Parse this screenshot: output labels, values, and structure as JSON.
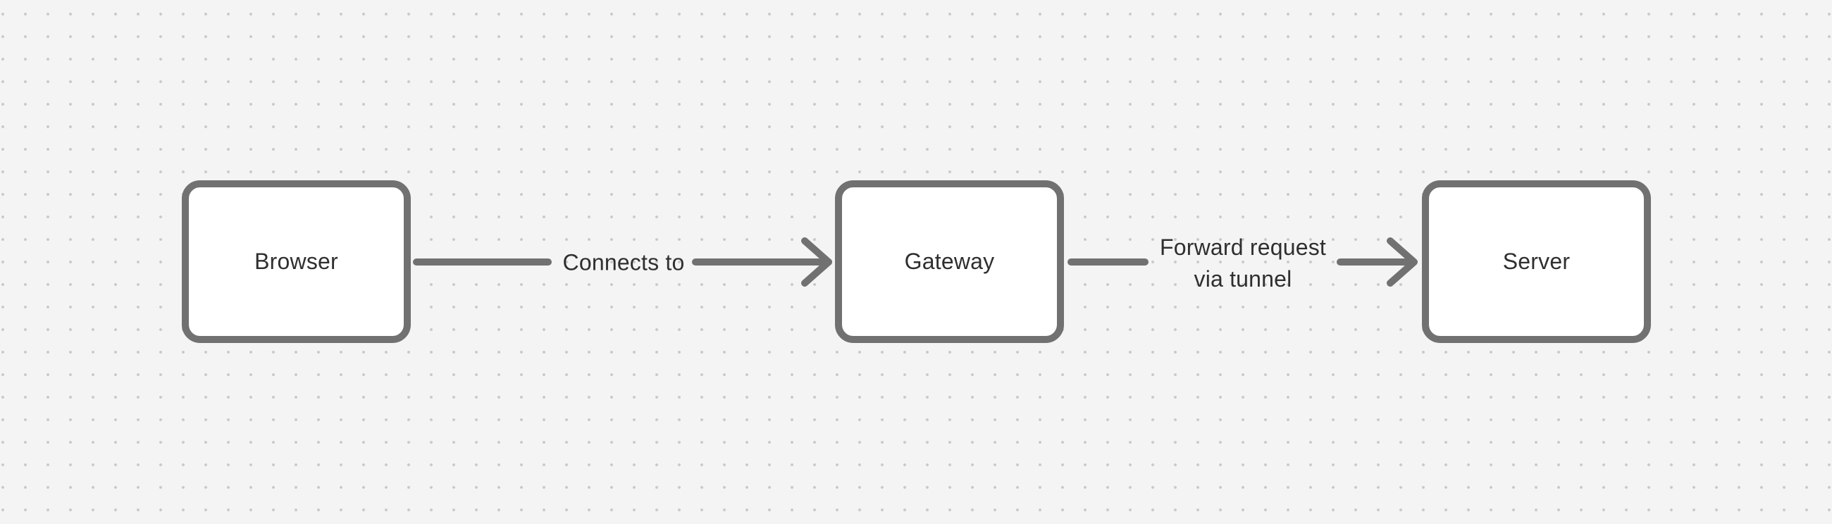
{
  "app": {
    "type": "whiteboard-diagram-canvas"
  },
  "canvas": {
    "background_color": "#f4f4f4",
    "dot_grid_color": "#c9c9c9",
    "shape_stroke_color": "#717171",
    "shape_fill_color": "#ffffff",
    "text_color": "#2f2f2f"
  },
  "nodes": [
    {
      "id": "browser",
      "label": "Browser"
    },
    {
      "id": "gateway",
      "label": "Gateway"
    },
    {
      "id": "server",
      "label": "Server"
    }
  ],
  "edges": [
    {
      "from": "browser",
      "to": "gateway",
      "label": "Connects to"
    },
    {
      "from": "gateway",
      "to": "server",
      "label": "Forward request via tunnel"
    }
  ]
}
